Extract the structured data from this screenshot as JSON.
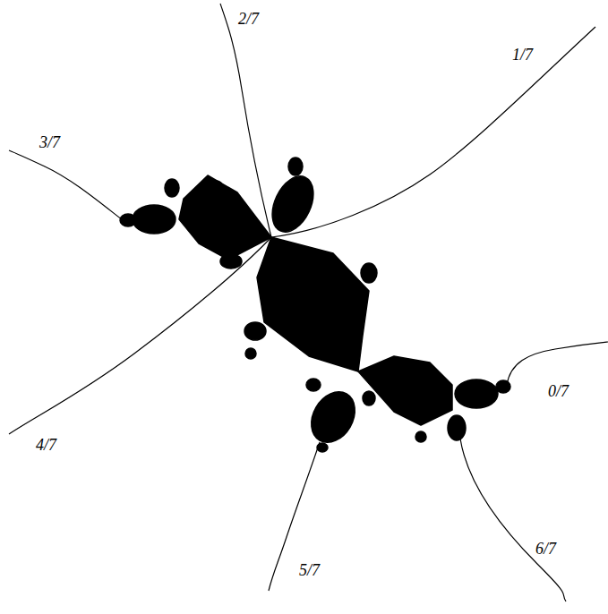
{
  "diagram": {
    "labels": [
      "2/7",
      "1/7",
      "3/7",
      "0/7",
      "4/7",
      "5/7",
      "6/7"
    ]
  }
}
